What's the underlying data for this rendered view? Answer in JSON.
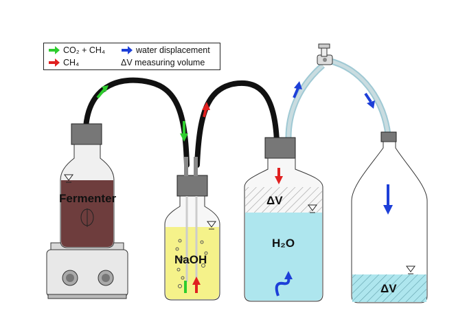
{
  "legend": {
    "gas_mix": {
      "text": "CO₂ + CH₄",
      "color": "#2ecc2e"
    },
    "water": {
      "text": "water displacement",
      "color": "#1d3fd8"
    },
    "methane": {
      "text": "CH₄",
      "color": "#e02020"
    },
    "volume": {
      "text": "ΔV measuring volume"
    }
  },
  "labels": {
    "fermenter": "Fermenter",
    "naoh": "NaOH",
    "h2o": "H₂O",
    "dv_top": "ΔV",
    "dv_bottom": "ΔV"
  },
  "colors": {
    "fermenter_liquid": "#6e3d3d",
    "naoh_liquid": "#f5f28a",
    "water": "#aee6ee",
    "tube": "#111111"
  }
}
